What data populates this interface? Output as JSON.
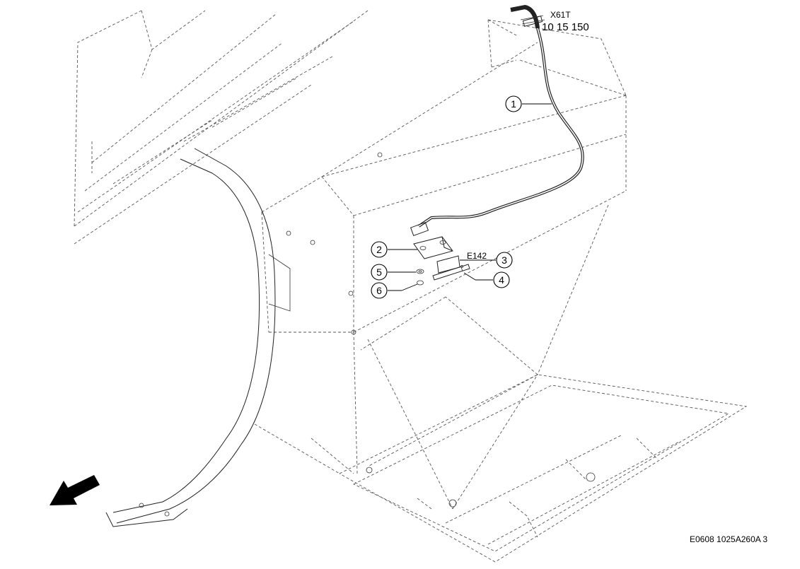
{
  "connector": {
    "code": "X61T",
    "number": "10 15 150"
  },
  "component_code": "E142",
  "callouts": [
    {
      "id": "callout-1",
      "label": "1"
    },
    {
      "id": "callout-2",
      "label": "2"
    },
    {
      "id": "callout-3",
      "label": "3"
    },
    {
      "id": "callout-4",
      "label": "4"
    },
    {
      "id": "callout-5",
      "label": "5"
    },
    {
      "id": "callout-6",
      "label": "6"
    }
  ],
  "drawing_reference": "E0608 1025A260A 3",
  "icons": {
    "direction": "direction-arrow-icon"
  },
  "colors": {
    "line": "#000000",
    "background": "#ffffff"
  }
}
